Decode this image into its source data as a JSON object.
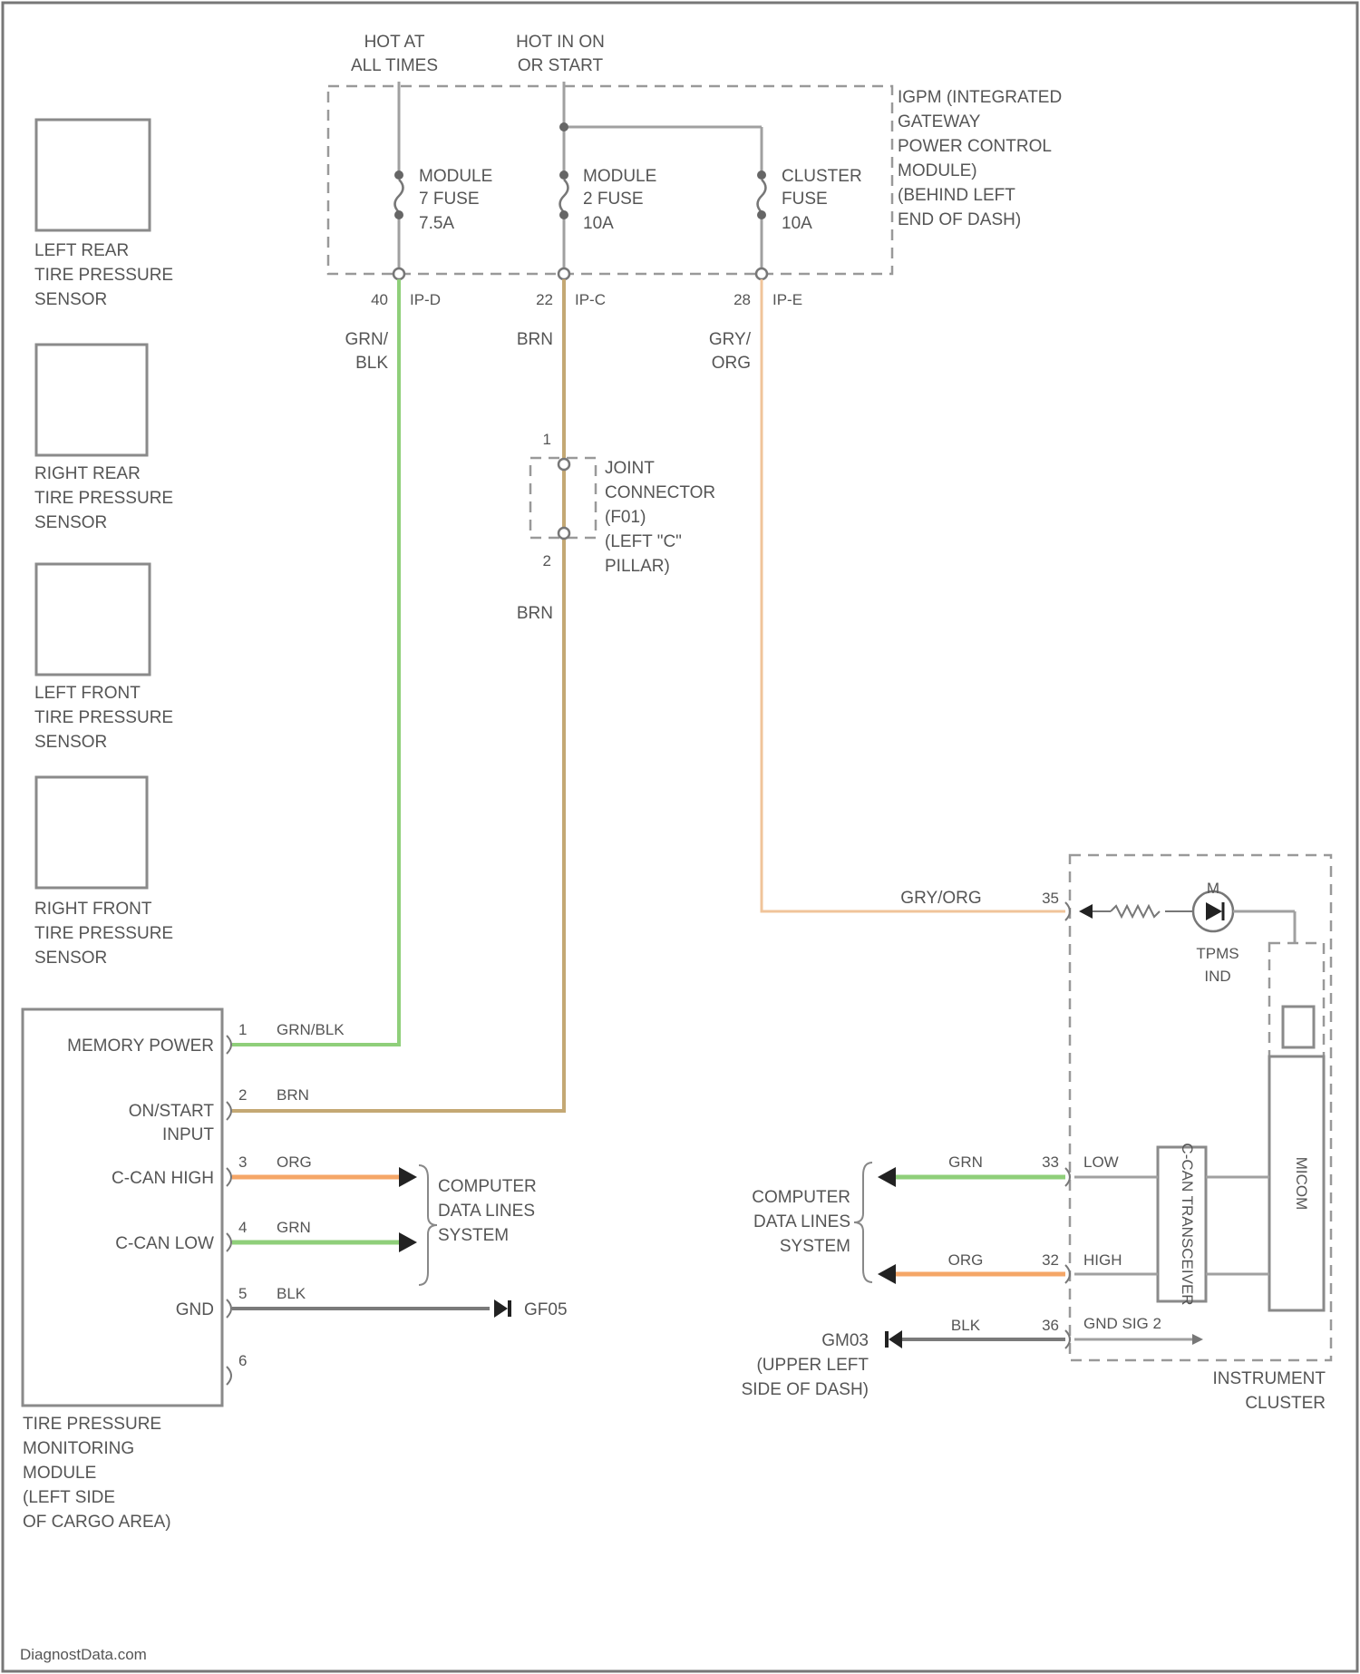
{
  "power_labels": {
    "hot_at_all_times": [
      "HOT AT",
      "ALL TIMES"
    ],
    "hot_in_on_or_start": [
      "HOT IN ON",
      "OR START"
    ]
  },
  "ipm_label": [
    "IGPM (INTEGRATED",
    "GATEWAY",
    "POWER CONTROL",
    "MODULE)",
    "(BEHIND LEFT",
    "END OF DASH)"
  ],
  "fuses": [
    {
      "lines": [
        "MODULE",
        "7 FUSE",
        "7.5A"
      ]
    },
    {
      "lines": [
        "MODULE",
        "2 FUSE",
        "10A"
      ]
    },
    {
      "lines": [
        "CLUSTER",
        "FUSE",
        "10A"
      ]
    }
  ],
  "ipm_pins": [
    {
      "pin": "40",
      "connector": "IP-D"
    },
    {
      "pin": "22",
      "connector": "IP-C"
    },
    {
      "pin": "28",
      "connector": "IP-E"
    }
  ],
  "wire_colors": {
    "fuse7": [
      "GRN/",
      "BLK"
    ],
    "fuse2_top": "BRN",
    "fuse2_bottom": "BRN",
    "cluster": [
      "GRY/",
      "ORG"
    ],
    "cluster_horizontal": "GRY/ORG"
  },
  "joint_connector": {
    "label": [
      "JOINT",
      "CONNECTOR",
      "(F01)",
      "(LEFT \"C\"",
      "PILLAR)"
    ],
    "pin_top": "1",
    "pin_bottom": "2"
  },
  "sensors": [
    {
      "label": [
        "LEFT REAR",
        "TIRE PRESSURE",
        "SENSOR"
      ]
    },
    {
      "label": [
        "RIGHT REAR",
        "TIRE PRESSURE",
        "SENSOR"
      ]
    },
    {
      "label": [
        "LEFT FRONT",
        "TIRE PRESSURE",
        "SENSOR"
      ]
    },
    {
      "label": [
        "RIGHT FRONT",
        "TIRE PRESSURE",
        "SENSOR"
      ]
    }
  ],
  "tpms_module": {
    "label": [
      "TIRE PRESSURE",
      "MONITORING",
      "MODULE",
      "(LEFT SIDE",
      "OF CARGO AREA)"
    ],
    "pins": [
      {
        "pin": "1",
        "name": [
          "MEMORY POWER"
        ],
        "wire": "GRN/BLK"
      },
      {
        "pin": "2",
        "name": [
          "ON/START",
          "INPUT"
        ],
        "wire": "BRN"
      },
      {
        "pin": "3",
        "name": [
          "C-CAN HIGH"
        ],
        "wire": "ORG"
      },
      {
        "pin": "4",
        "name": [
          "C-CAN LOW"
        ],
        "wire": "GRN"
      },
      {
        "pin": "5",
        "name": [
          "GND"
        ],
        "wire": "BLK"
      },
      {
        "pin": "6",
        "name": [],
        "wire": ""
      }
    ],
    "data_lines_label": [
      "COMPUTER",
      "DATA LINES",
      "SYSTEM"
    ],
    "ground_label": "GF05"
  },
  "cluster": {
    "label": [
      "INSTRUMENT",
      "CLUSTER"
    ],
    "tpms_ind_label": [
      "TPMS",
      "IND"
    ],
    "m_symbol": "M",
    "pins": [
      {
        "pin": "35",
        "wire": "GRY/ORG"
      },
      {
        "pin": "33",
        "wire": "GRN",
        "signal": "LOW"
      },
      {
        "pin": "32",
        "wire": "ORG",
        "signal": "HIGH"
      },
      {
        "pin": "36",
        "wire": "BLK",
        "signal": "GND SIG 2"
      }
    ],
    "transceiver_label": "C-CAN TRANSCEIVER",
    "micom_label": "MICOM",
    "data_lines_label": [
      "COMPUTER",
      "DATA LINES",
      "SYSTEM"
    ],
    "ground_label": [
      "GM03",
      "(UPPER LEFT",
      "SIDE OF DASH)"
    ]
  },
  "colors": {
    "grn": "#8fcf7a",
    "brn": "#c4a874",
    "gry_org": "#f0c49a",
    "org": "#f5a667",
    "blk": "#7a7a7a"
  },
  "watermark": "DiagnostData.com"
}
